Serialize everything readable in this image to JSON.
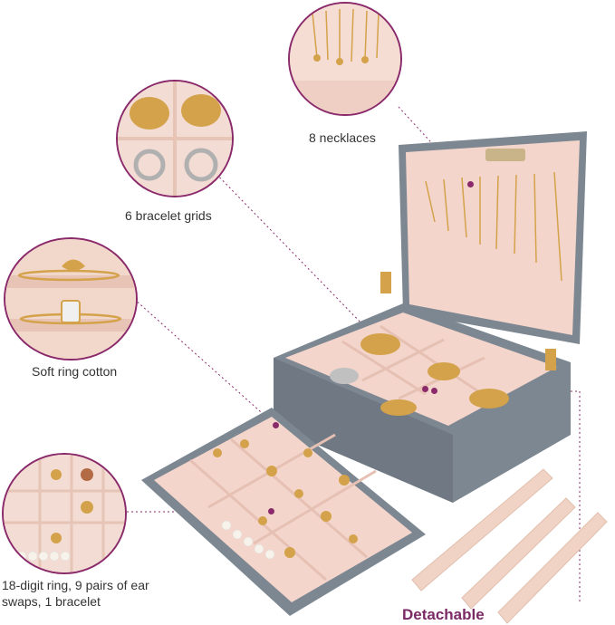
{
  "callouts": {
    "necklaces": "8 necklaces",
    "bracelet_grids": "6 bracelet grids",
    "ring_cotton": "Soft ring cotton",
    "tray": "18-digit ring, 9 pairs of ear swaps, 1 bracelet",
    "detachable": "Detachable"
  },
  "colors": {
    "accent": "#8a2a6b",
    "box_gray": "#7d8791",
    "lining": "#f3d5cb",
    "gold": "#d4a24a"
  }
}
